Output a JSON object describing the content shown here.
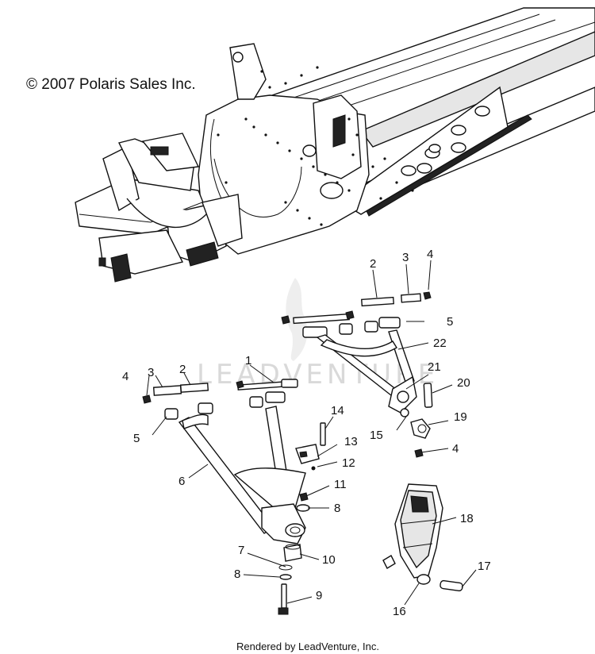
{
  "copyright": "© 2007 Polaris Sales Inc.",
  "watermark": "LEADVENTURE",
  "footer": "Rendered by LeadVenture, Inc.",
  "callouts": [
    {
      "id": "c-2a",
      "text": "2"
    },
    {
      "id": "c-3a",
      "text": "3"
    },
    {
      "id": "c-4a",
      "text": "4"
    },
    {
      "id": "c-5a",
      "text": "5"
    },
    {
      "id": "c-22",
      "text": "22"
    },
    {
      "id": "c-1",
      "text": "1"
    },
    {
      "id": "c-21",
      "text": "21"
    },
    {
      "id": "c-20",
      "text": "20"
    },
    {
      "id": "c-4b",
      "text": "4"
    },
    {
      "id": "c-3b",
      "text": "3"
    },
    {
      "id": "c-2b",
      "text": "2"
    },
    {
      "id": "c-14",
      "text": "14"
    },
    {
      "id": "c-19",
      "text": "19"
    },
    {
      "id": "c-15",
      "text": "15"
    },
    {
      "id": "c-5b",
      "text": "5"
    },
    {
      "id": "c-13",
      "text": "13"
    },
    {
      "id": "c-4c",
      "text": "4"
    },
    {
      "id": "c-12",
      "text": "12"
    },
    {
      "id": "c-6",
      "text": "6"
    },
    {
      "id": "c-11",
      "text": "11"
    },
    {
      "id": "c-8a",
      "text": "8"
    },
    {
      "id": "c-18",
      "text": "18"
    },
    {
      "id": "c-7",
      "text": "7"
    },
    {
      "id": "c-10",
      "text": "10"
    },
    {
      "id": "c-17",
      "text": "17"
    },
    {
      "id": "c-8b",
      "text": "8"
    },
    {
      "id": "c-9",
      "text": "9"
    },
    {
      "id": "c-16",
      "text": "16"
    }
  ]
}
